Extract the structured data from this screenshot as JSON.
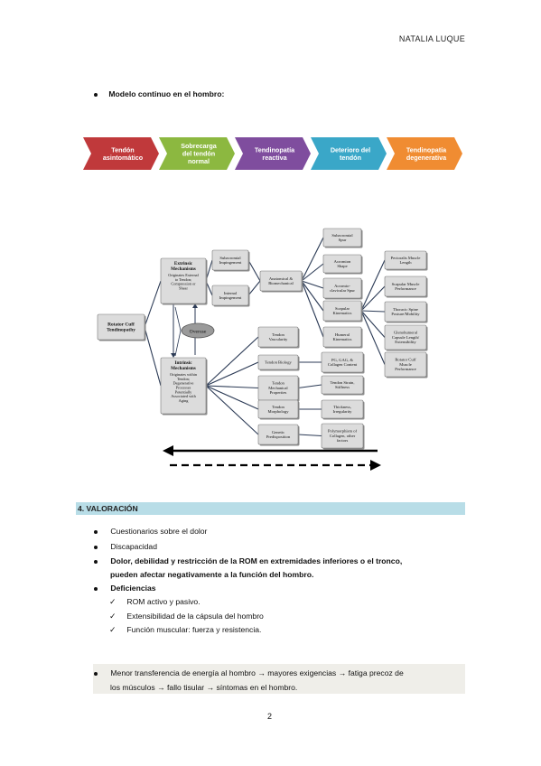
{
  "header": {
    "author": "NATALIA LUQUE"
  },
  "intro_bullet": "Modelo continuo en el hombro:",
  "chevrons": [
    {
      "label_lines": [
        "Tendón",
        "asintomático"
      ],
      "color": "#c0393b"
    },
    {
      "label_lines": [
        "Sobrecarga",
        "del tendón",
        "normal"
      ],
      "color": "#8cb840"
    },
    {
      "label_lines": [
        "Tendinopatía",
        "reactiva"
      ],
      "color": "#7f4d9e"
    },
    {
      "label_lines": [
        "Deterioro del",
        "tendón"
      ],
      "color": "#3aa7c8"
    },
    {
      "label_lines": [
        "Tendinopatía",
        "degenerativa"
      ],
      "color": "#f08c32"
    }
  ],
  "diagram": {
    "root": [
      "Rotator Cuff",
      "Tendinopathy"
    ],
    "extrinsic_title": [
      "Extrinsic",
      "Mechanisms"
    ],
    "extrinsic_desc": [
      "Originates External",
      "to Tendon;",
      "Compression or",
      "Shear"
    ],
    "intrinsic_title": [
      "Intrinsic",
      "Mechanisms"
    ],
    "intrinsic_desc": [
      "Originates within",
      "Tendon;",
      "Degenerative",
      "Processes",
      "Potentially",
      "Associated with",
      "Aging"
    ],
    "overuse": "Overuse",
    "subacromial_impingement": [
      "Subacromial",
      "Impingement"
    ],
    "internal_impingement": [
      "Internal",
      "Impingement"
    ],
    "anatomical": [
      "Anatomical &",
      "Biomechanical"
    ],
    "subacromial_spur": [
      "Subacromial",
      "Spur"
    ],
    "acromion_shape": [
      "Acromion",
      "Shape"
    ],
    "acromio_spur": [
      "Acromio-",
      "clavicular Spur"
    ],
    "scapular_kinematics": [
      "Scapular",
      "Kinematics"
    ],
    "humeral_kinematics": [
      "Humeral",
      "Kinematics"
    ],
    "pectoralis": [
      "Pectoralis Muscle",
      "Length"
    ],
    "scapular_muscle": [
      "Scapular Muscle",
      "Performance"
    ],
    "thoracic_spine": [
      "Thoracic Spine",
      "Posture/Mobility"
    ],
    "glenohumeral": [
      "Glenohumeral",
      "Capsule Length/",
      "Extensibility"
    ],
    "rotator_performance": [
      "Rotator Cuff",
      "Muscle",
      "Performance"
    ],
    "tendon_vascularity": [
      "Tendon",
      "Vascularity"
    ],
    "tendon_biology": [
      "Tendon Biology"
    ],
    "tendon_mechanical": [
      "Tendon",
      "Mechanical",
      "Properties"
    ],
    "tendon_morphology": [
      "Tendon",
      "Morphology"
    ],
    "genetic": [
      "Genetic",
      "Predisposition"
    ],
    "pg_gag": [
      "PG, GAG, &",
      "Collagen Content"
    ],
    "tendon_strain": [
      "Tendon Strain,",
      "Stiffness"
    ],
    "thickness": [
      "Thickness,",
      "Irregularity"
    ],
    "polymorphism": [
      "Polymorphism of",
      "Collagen, other",
      "factors"
    ]
  },
  "section": {
    "title": "4. VALORACIÓN"
  },
  "list": {
    "item1": "Cuestionarios sobre el dolor",
    "item2": "Discapacidad",
    "item3_line1": "Dolor, debilidad y restricción de la ROM en extremidades inferiores o el tronco,",
    "item3_line2": "pueden afectar negativamente a la función del hombro.",
    "item4": "Deficiencias",
    "sub1": "ROM activo y pasivo.",
    "sub2": "Extensibilidad de la cápsula del hombro",
    "sub3": "Función muscular: fuerza y resistencia."
  },
  "note": {
    "line1": "Menor transferencia de energía al hombro → mayores exigencias → fatiga precoz de",
    "line2": "los músculos → fallo tisular → síntomas en el hombro."
  },
  "footer": {
    "page": "2"
  }
}
